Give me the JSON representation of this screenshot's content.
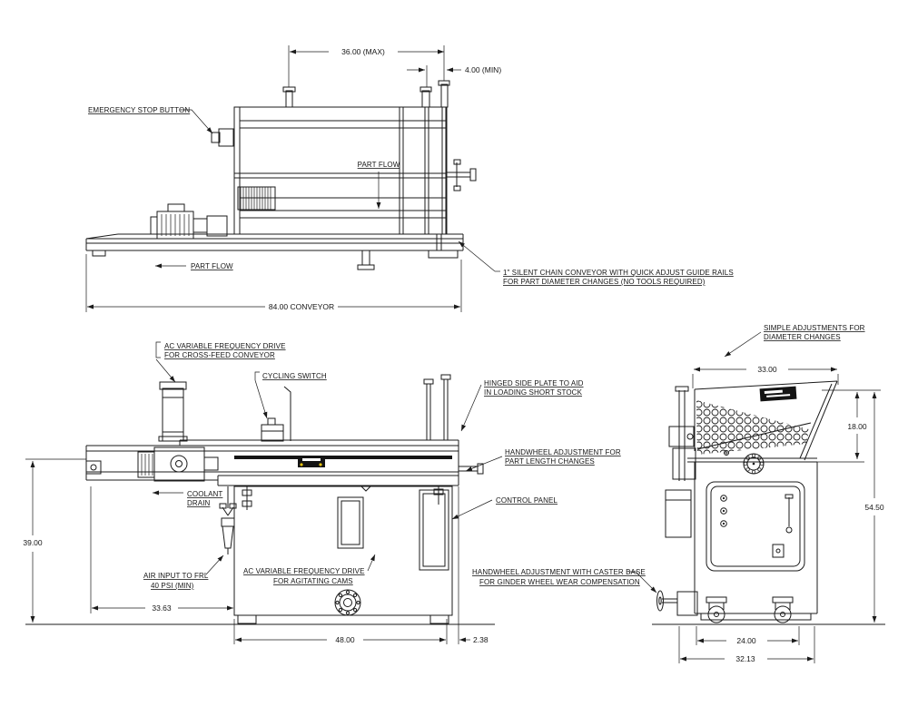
{
  "drawing": {
    "title": "in-feed conveyor and grinder feed system outline drawing",
    "colors": {
      "ink": "#1b1b1b",
      "background": "#ffffff",
      "brand_plate": "#141414",
      "brand_dot": "#e8c410"
    },
    "top_view": {
      "labels": {
        "emergency_stop": "EMERGENCY STOP BUTTON",
        "part_flow_drum": "PART FLOW",
        "part_flow_infeed": "PART FLOW",
        "silent_chain_1": "1\" SILENT CHAIN CONVEYOR WITH QUICK ADJUST GUIDE RAILS",
        "silent_chain_2": "FOR PART DIAMETER CHANGES (NO TOOLS REQUIRED)"
      },
      "dims": {
        "drum_max": "36.00 (MAX)",
        "gap_min": "4.00 (MIN)",
        "conveyor_length": "84.00 CONVEYOR"
      }
    },
    "front_view": {
      "labels": {
        "vfd_crossfeed_1": "AC VARIABLE FREQUENCY DRIVE",
        "vfd_crossfeed_2": "FOR CROSS-FEED CONVEYOR",
        "cycling_switch": "CYCLING SWITCH",
        "hinged_plate_1": "HINGED SIDE PLATE TO AID",
        "hinged_plate_2": "IN LOADING SHORT STOCK",
        "handwheel_length_1": "HANDWHEEL ADJUSTMENT FOR",
        "handwheel_length_2": "PART LENGTH CHANGES",
        "control_panel": "CONTROL PANEL",
        "coolant_1": "COOLANT",
        "coolant_2": "DRAIN",
        "air_input_1": "AIR INPUT TO FRL",
        "air_input_2": "40 PSI (MIN)",
        "vfd_agitating_1": "AC VARIABLE FREQUENCY DRIVE",
        "vfd_agitating_2": "FOR AGITATING CAMS"
      },
      "dims": {
        "height": "39.00",
        "left_overhang": "33.63",
        "cabinet_width": "48.00",
        "right_overhang": "2.38"
      }
    },
    "side_view": {
      "labels": {
        "simple_adjust_1": "SIMPLE ADJUSTMENTS FOR",
        "simple_adjust_2": "DIAMETER CHANGES",
        "handwheel_caster_1": "HANDWHEEL ADJUSTMENT WITH CASTER BASE",
        "handwheel_caster_2": "FOR GINDER WHEEL WEAR COMPENSATION"
      },
      "dims": {
        "hopper_width": "33.00",
        "hopper_depth": "18.00",
        "overall_height": "54.50",
        "caster_spacing": "24.00",
        "base_width": "32.13"
      }
    }
  }
}
